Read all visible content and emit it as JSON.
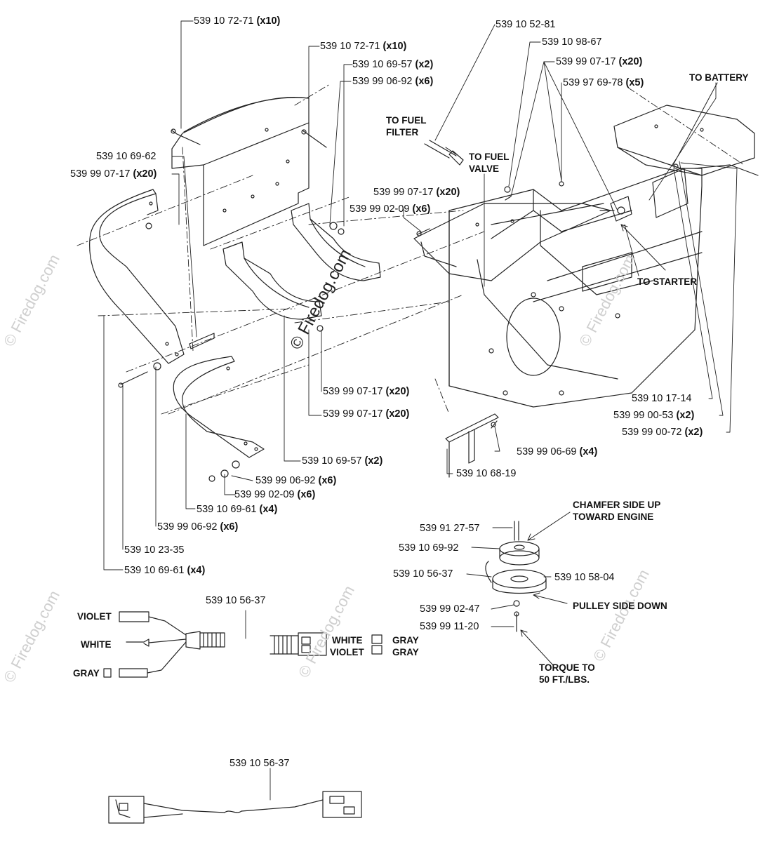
{
  "parts": [
    {
      "num": "539 10 72-71",
      "qty": "(x10)"
    },
    {
      "num": "539 10 72-71",
      "qty": "(x10)"
    },
    {
      "num": "539 10 69-57",
      "qty": "(x2)"
    },
    {
      "num": "539 99 06-92",
      "qty": "(x6)"
    },
    {
      "num": "539 10 69-62",
      "qty": ""
    },
    {
      "num": "539 99 07-17",
      "qty": "(x20)"
    },
    {
      "num": "539 10 52-81",
      "qty": ""
    },
    {
      "num": "539 10 98-67",
      "qty": ""
    },
    {
      "num": "539 99 07-17",
      "qty": "(x20)"
    },
    {
      "num": "539 97 69-78",
      "qty": "(x5)"
    },
    {
      "num": "539 99 07-17",
      "qty": "(x20)"
    },
    {
      "num": "539 99 02-09",
      "qty": "(x6)"
    },
    {
      "num": "539 99 07-17",
      "qty": "(x20)"
    },
    {
      "num": "539 99 07-17",
      "qty": "(x20)"
    },
    {
      "num": "539 10 17-14",
      "qty": ""
    },
    {
      "num": "539 99 00-53",
      "qty": "(x2)"
    },
    {
      "num": "539 99 00-72",
      "qty": "(x2)"
    },
    {
      "num": "539 99 06-69",
      "qty": "(x4)"
    },
    {
      "num": "539 10 68-19",
      "qty": ""
    },
    {
      "num": "539 10 69-57",
      "qty": "(x2)"
    },
    {
      "num": "539 99 06-92",
      "qty": "(x6)"
    },
    {
      "num": "539 99 02-09",
      "qty": "(x6)"
    },
    {
      "num": "539 10 69-61",
      "qty": "(x4)"
    },
    {
      "num": "539 99 06-92",
      "qty": "(x6)"
    },
    {
      "num": "539 10 23-35",
      "qty": ""
    },
    {
      "num": "539 10 69-61",
      "qty": "(x4)"
    },
    {
      "num": "539 91 27-57",
      "qty": ""
    },
    {
      "num": "539 10 69-92",
      "qty": ""
    },
    {
      "num": "539 10 56-37",
      "qty": ""
    },
    {
      "num": "539 10 58-04",
      "qty": ""
    },
    {
      "num": "539 99 02-47",
      "qty": ""
    },
    {
      "num": "539 99 11-20",
      "qty": ""
    },
    {
      "num": "539 10 56-37",
      "qty": ""
    },
    {
      "num": "539 10 56-37",
      "qty": ""
    }
  ],
  "notes": {
    "to_battery": "TO BATTERY",
    "to_fuel_filter": "TO FUEL\nFILTER",
    "to_fuel_valve": "TO FUEL\nVALVE",
    "to_starter": "TO STARTER",
    "chamfer": "CHAMFER SIDE UP\nTOWARD ENGINE",
    "pulley_side": "PULLEY SIDE DOWN",
    "torque": "TORQUE TO\n50 FT./LBS."
  },
  "wires": {
    "violet": "VIOLET",
    "white": "WHITE",
    "gray": "GRAY",
    "white_r": "WHITE",
    "violet_r": "VIOLET",
    "gray_r1": "GRAY",
    "gray_r2": "GRAY"
  },
  "watermark": {
    "main": "© Firedog.com",
    "faint": "© Firedog.com"
  }
}
